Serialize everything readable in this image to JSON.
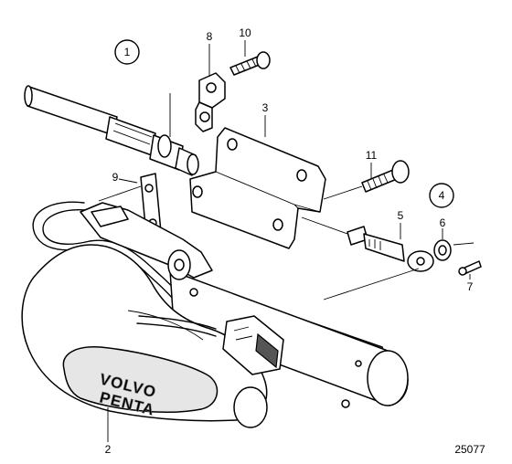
{
  "diagram": {
    "callouts": [
      {
        "id": "c1",
        "text": "1"
      },
      {
        "id": "c2",
        "text": "2"
      },
      {
        "id": "c3",
        "text": "3"
      },
      {
        "id": "c4",
        "text": "4"
      },
      {
        "id": "c5",
        "text": "5"
      },
      {
        "id": "c6",
        "text": "6"
      },
      {
        "id": "c7",
        "text": "7"
      },
      {
        "id": "c8",
        "text": "8"
      },
      {
        "id": "c9",
        "text": "9"
      },
      {
        "id": "c10",
        "text": "10"
      },
      {
        "id": "c11",
        "text": "11"
      }
    ],
    "logo_line1": "VOLVO",
    "logo_line2": "PENTA",
    "reference_number": "25077"
  }
}
